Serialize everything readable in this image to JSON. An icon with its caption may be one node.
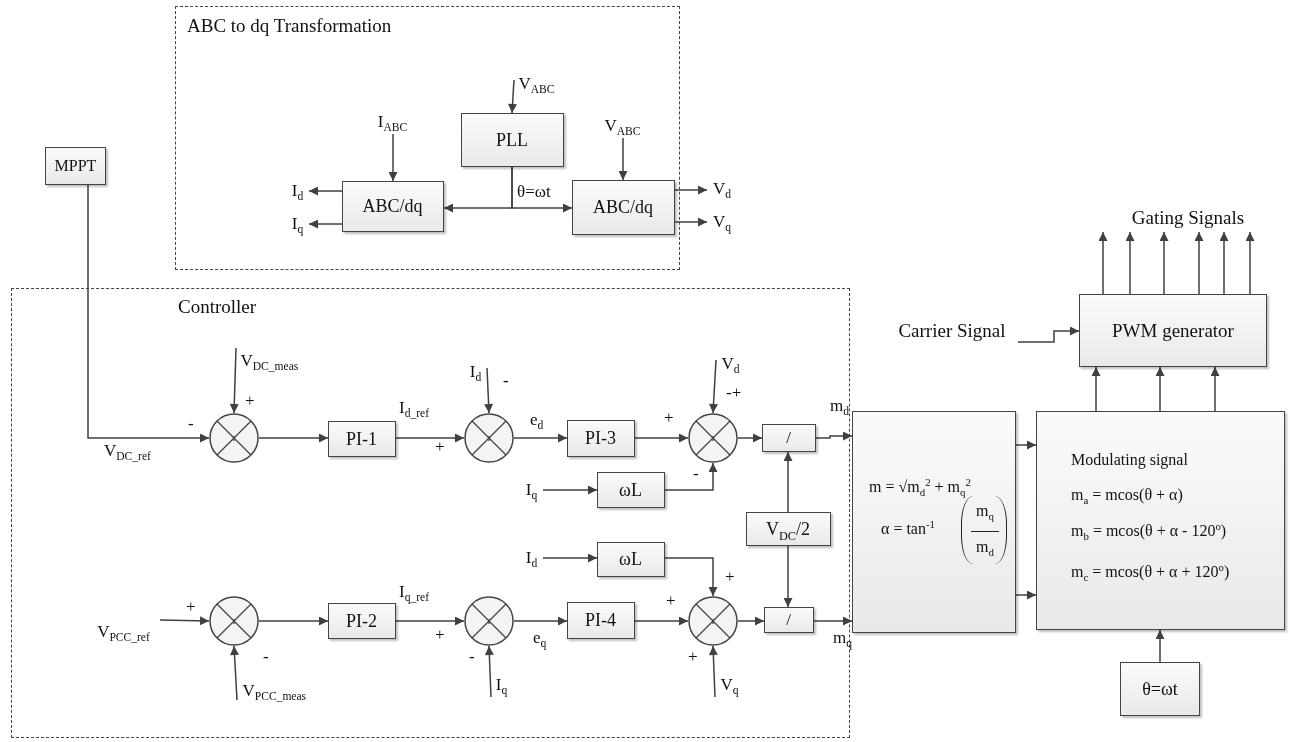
{
  "diagram": {
    "nodes": [
      {
        "text": [
          "ABC to dq Transformation"
        ]
      },
      {
        "text": [
          "V$_{ABC}$"
        ],
        "in": 0
      },
      {
        "text": [
          "I$_{ABC}$"
        ],
        "in": 0
      },
      {
        "text": [
          "PLL"
        ],
        "in": 0
      },
      {
        "text": [
          "V$_{ABC}$"
        ],
        "in": 0
      },
      {
        "text": [
          "I$_{d}$"
        ],
        "in": 0
      },
      {
        "text": [
          "ABC/dq"
        ],
        "in": 0
      },
      {
        "text": [
          "ABC/dq"
        ],
        "in": 0
      },
      {
        "text": [
          "V$_{d}$"
        ]
      },
      {
        "text": [
          "I$_{q}$"
        ],
        "in": 0
      },
      {
        "text": [
          "V$_{q}$"
        ]
      },
      {
        "text": [
          "MPPT"
        ]
      },
      {
        "text": [
          "PWM generator"
        ]
      },
      {
        "text": [
          "Carrier Signal"
        ]
      },
      {
        "text": [
          "Controller"
        ]
      },
      {
        "text": [
          "V$_{DC_meas}$"
        ],
        "in": 14
      },
      {
        "text": [],
        "shape": "circle",
        "in": 14
      },
      {
        "text": [
          "PI-1"
        ],
        "in": 14
      },
      {
        "text": [
          "I$_{d}$"
        ],
        "in": 14
      },
      {
        "text": [],
        "shape": "circle",
        "in": 14
      },
      {
        "text": [
          "PI-3"
        ],
        "in": 14
      },
      {
        "text": [
          "V$_{d}$"
        ],
        "in": 14
      },
      {
        "text": [],
        "shape": "circle",
        "in": 14
      },
      {
        "text": [
          "/"
        ],
        "in": 14
      },
      {
        "text": [
          "I$_{q}$"
        ],
        "in": 14
      },
      {
        "text": [
          "ωL"
        ],
        "in": 14
      },
      {
        "text": [
          "V$_{DC}$/2"
        ],
        "in": 14
      },
      {
        "text": [
          "I$_{d}$"
        ],
        "in": 14
      },
      {
        "text": [
          "ωL"
        ],
        "in": 14
      },
      {
        "text": [
          "V$_{PCC_ref}$"
        ],
        "in": 14
      },
      {
        "text": [],
        "shape": "circle",
        "in": 14
      },
      {
        "text": [
          "PI-2"
        ],
        "in": 14
      },
      {
        "text": [],
        "shape": "circle",
        "in": 14
      },
      {
        "text": [
          "PI-4"
        ],
        "in": 14
      },
      {
        "text": [],
        "shape": "circle",
        "in": 14
      },
      {
        "text": [
          "/"
        ],
        "in": 14
      },
      {
        "text": [
          "V$_{PCC_meas}$"
        ],
        "in": 14
      },
      {
        "text": [
          "I$_{q}$"
        ],
        "in": 14
      },
      {
        "text": [
          "V$_{q}$"
        ],
        "in": 14
      },
      {
        "text": [
          "m = √m$_{d}$$^{2}$ + m$_{q}$$^{2}$",
          "α = tan$^{-1}$",
          "m$_{q}$",
          "m$_{d}$"
        ]
      },
      {
        "text": [
          "Modulating signal",
          "m$_{a}$ = mcos(θ + α)",
          "m$_{b}$ = mcos(θ + α - 120$^{o}$)",
          "m$_{c}$ = mcos(θ + α + 120$^{o}$)"
        ]
      },
      {
        "text": [
          "θ=ωt"
        ]
      },
      {
        "text": [
          "Gating Signals"
        ]
      }
    ],
    "edges": [
      {
        "from": 1,
        "to": 3,
        "arrow": "to"
      },
      {
        "from": 2,
        "to": 6,
        "arrow": "to"
      },
      {
        "from": 4,
        "to": 7,
        "arrow": "to"
      },
      {
        "from": 6,
        "to": 5,
        "arrow": "to"
      },
      {
        "from": 6,
        "to": 9,
        "arrow": "to"
      },
      {
        "from": 7,
        "to": 8,
        "arrow": "to"
      },
      {
        "from": 7,
        "to": 10,
        "arrow": "to"
      },
      {
        "from": 3,
        "to": 6,
        "arrow": "to"
      },
      {
        "from": 3,
        "to": 7,
        "arrow": "to",
        "label": "θ=ωt"
      },
      {
        "from": 11,
        "to": 16,
        "arrow": "to",
        "label": "V$_{DC_ref}$"
      },
      {
        "from": 15,
        "to": 16,
        "arrow": "to"
      },
      {
        "from": 16,
        "to": 17,
        "arrow": "to"
      },
      {
        "from": 17,
        "to": 19,
        "arrow": "to",
        "label": "I$_{d_ref}$"
      },
      {
        "from": 18,
        "to": 19,
        "arrow": "to"
      },
      {
        "from": 19,
        "to": 20,
        "arrow": "to",
        "label": "e$_{d}$"
      },
      {
        "from": 20,
        "to": 22,
        "arrow": "to"
      },
      {
        "from": 21,
        "to": 22,
        "arrow": "to"
      },
      {
        "from": 24,
        "to": 25,
        "arrow": "to"
      },
      {
        "from": 25,
        "to": 22,
        "arrow": "to"
      },
      {
        "from": 22,
        "to": 23,
        "arrow": "to"
      },
      {
        "from": 26,
        "to": 23,
        "arrow": "to"
      },
      {
        "from": 23,
        "to": 39,
        "arrow": "to",
        "label": "m$_{d}$"
      },
      {
        "from": 27,
        "to": 28,
        "arrow": "to"
      },
      {
        "from": 28,
        "to": 34,
        "arrow": "to"
      },
      {
        "from": 29,
        "to": 30,
        "arrow": "to"
      },
      {
        "from": 36,
        "to": 30,
        "arrow": "to"
      },
      {
        "from": 30,
        "to": 31,
        "arrow": "to"
      },
      {
        "from": 31,
        "to": 32,
        "arrow": "to",
        "label": "I$_{q_ref}$"
      },
      {
        "from": 37,
        "to": 32,
        "arrow": "to"
      },
      {
        "from": 32,
        "to": 33,
        "arrow": "to",
        "label": "e$_{q}$"
      },
      {
        "from": 33,
        "to": 34,
        "arrow": "to"
      },
      {
        "from": 38,
        "to": 34,
        "arrow": "to"
      },
      {
        "from": 34,
        "to": 35,
        "arrow": "to"
      },
      {
        "from": 26,
        "to": 35,
        "arrow": "to"
      },
      {
        "from": 35,
        "to": 39,
        "arrow": "to",
        "label": "m$_{q}$"
      },
      {
        "from": 39,
        "to": 40,
        "arrow": "to"
      },
      {
        "from": 39,
        "to": 40,
        "arrow": "to"
      },
      {
        "from": 41,
        "to": 40,
        "arrow": "to"
      },
      {
        "from": 40,
        "to": 12,
        "arrow": "to"
      },
      {
        "from": 40,
        "to": 12,
        "arrow": "to"
      },
      {
        "from": 40,
        "to": 12,
        "arrow": "to"
      },
      {
        "from": 13,
        "to": 12,
        "arrow": "to"
      },
      {
        "from": 12,
        "to": 42,
        "arrow": "to"
      },
      {
        "from": 12,
        "to": 42,
        "arrow": "to"
      },
      {
        "from": 12,
        "to": 42,
        "arrow": "to"
      },
      {
        "from": 12,
        "to": 42,
        "arrow": "to"
      },
      {
        "from": 12,
        "to": 42,
        "arrow": "to"
      },
      {
        "from": 12,
        "to": 42,
        "arrow": "to"
      }
    ],
    "labels": [
      "-",
      "-+",
      "+",
      "-",
      "+",
      "+",
      "-",
      "+",
      "+",
      "+",
      "+",
      "-",
      "-",
      "+"
    ]
  }
}
